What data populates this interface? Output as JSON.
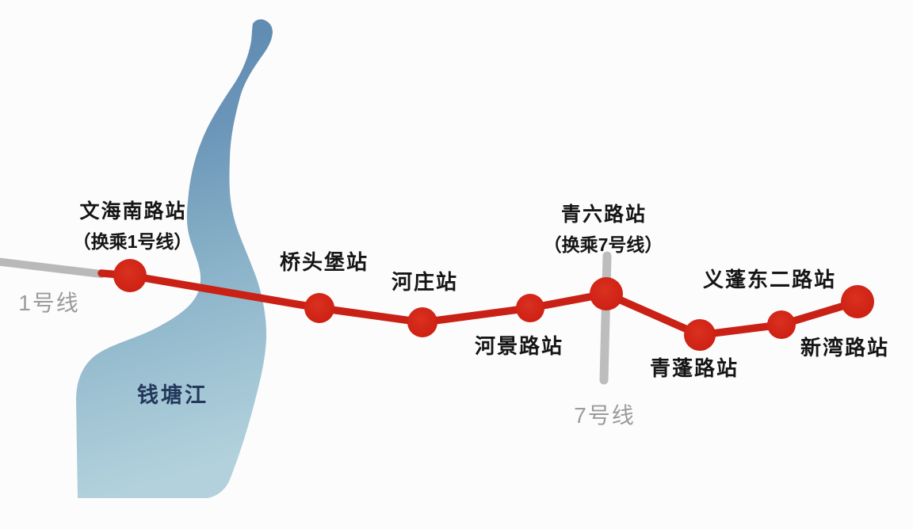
{
  "map": {
    "description": "metro-line-route-map",
    "river": {
      "label": "钱塘江"
    },
    "external_lines": {
      "line1": {
        "label": "1号线"
      },
      "line7": {
        "label": "7号线"
      }
    },
    "stations": [
      {
        "name": "文海南路站",
        "transfer": "（换乘1号线）",
        "interchange": true
      },
      {
        "name": "桥头堡站"
      },
      {
        "name": "河庄站"
      },
      {
        "name": "河景路站"
      },
      {
        "name": "青六路站",
        "transfer": "（换乘7号线）",
        "interchange": true
      },
      {
        "name": "青蓬路站"
      },
      {
        "name": "义蓬东二路站"
      },
      {
        "name": "新湾路站"
      }
    ],
    "colors": {
      "metro_line_red": "#c92115",
      "station_dot_red": "#cd2013",
      "external_line_gray": "#b9b9b9",
      "external_text_gray": "#9b9b9b",
      "river_blue_top": "#5a86af",
      "river_blue_bottom": "#b2d1dc",
      "river_text_navy": "#24385c",
      "station_text": "#151515",
      "background": "#fcfcfc"
    }
  }
}
